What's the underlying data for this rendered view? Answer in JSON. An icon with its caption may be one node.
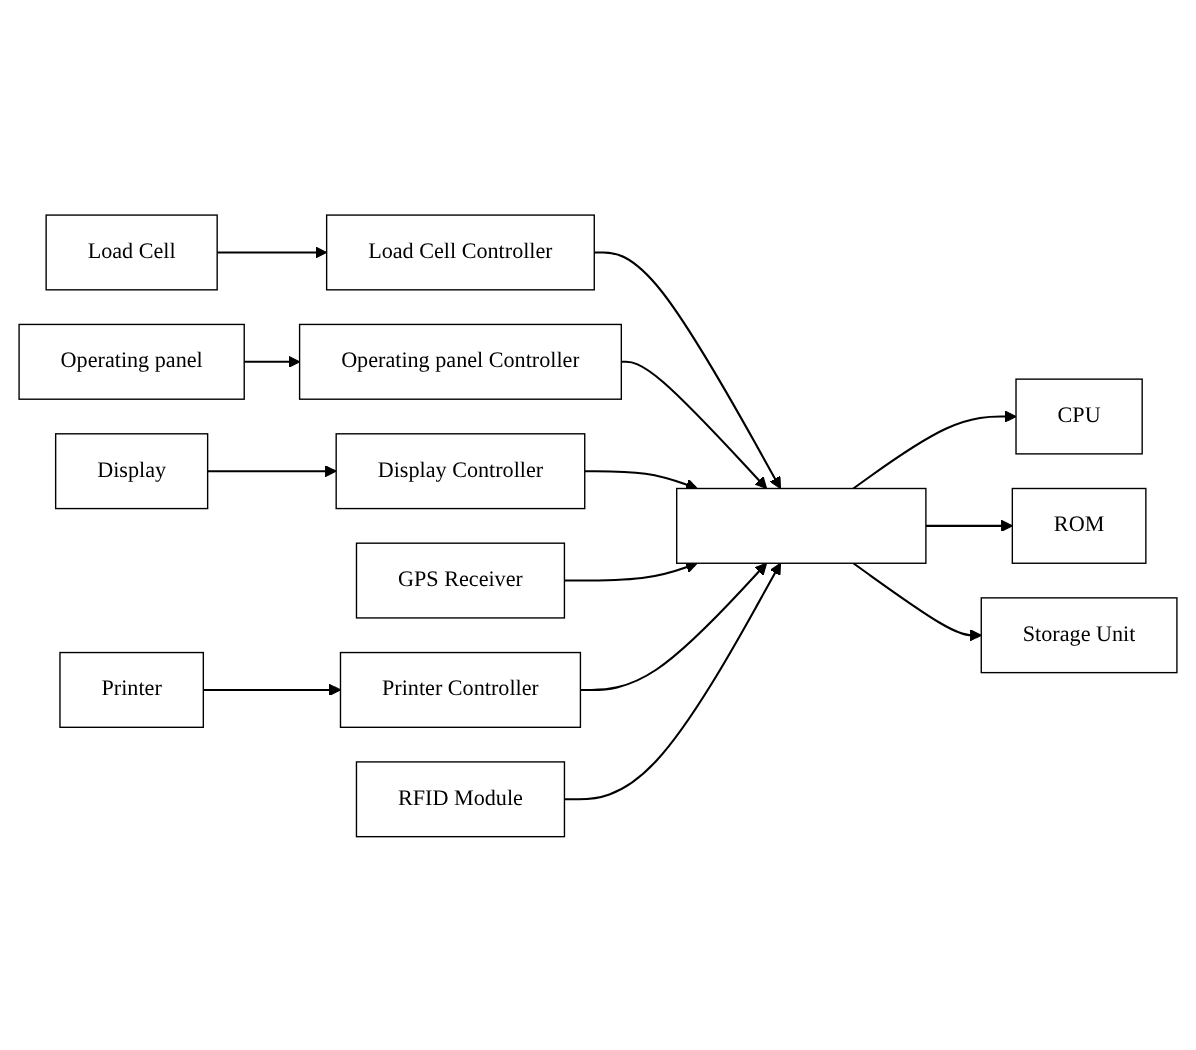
{
  "diagram": {
    "nodes": [
      {
        "text": [
          "CPU"
        ]
      },
      {
        "text": [],
        "shape": "bar"
      },
      {
        "text": [
          "Load Cell"
        ]
      },
      {
        "text": [
          "Load Cell Controller"
        ]
      },
      {
        "text": [
          "ROM"
        ]
      },
      {
        "text": [
          "Operating panel"
        ]
      },
      {
        "text": [
          "Operating panel Controller"
        ]
      },
      {
        "text": [
          "Storage Unit"
        ]
      },
      {
        "text": [
          "Display"
        ]
      },
      {
        "text": [
          "Display Controller"
        ]
      },
      {
        "text": [
          "GPS Receiver"
        ]
      },
      {
        "text": [
          "Printer"
        ]
      },
      {
        "text": [
          "Printer Controller"
        ]
      },
      {
        "text": [
          "RFID Module"
        ]
      }
    ],
    "edges": [
      {
        "from": 1,
        "to": 0,
        "arrow": "to"
      },
      {
        "from": 2,
        "to": 3,
        "arrow": "to"
      },
      {
        "from": 3,
        "to": 1,
        "arrow": "to"
      },
      {
        "from": 1,
        "to": 4,
        "arrow": "to"
      },
      {
        "from": 5,
        "to": 6,
        "arrow": "to"
      },
      {
        "from": 6,
        "to": 1,
        "arrow": "to"
      },
      {
        "from": 1,
        "to": 7,
        "arrow": "to"
      },
      {
        "from": 8,
        "to": 9,
        "arrow": "to"
      },
      {
        "from": 9,
        "to": 1,
        "arrow": "to"
      },
      {
        "from": 10,
        "to": 1,
        "arrow": "to"
      },
      {
        "from": 11,
        "to": 12,
        "arrow": "to"
      },
      {
        "from": 12,
        "to": 1,
        "arrow": "to"
      },
      {
        "from": 13,
        "to": 1,
        "arrow": "to"
      }
    ]
  }
}
